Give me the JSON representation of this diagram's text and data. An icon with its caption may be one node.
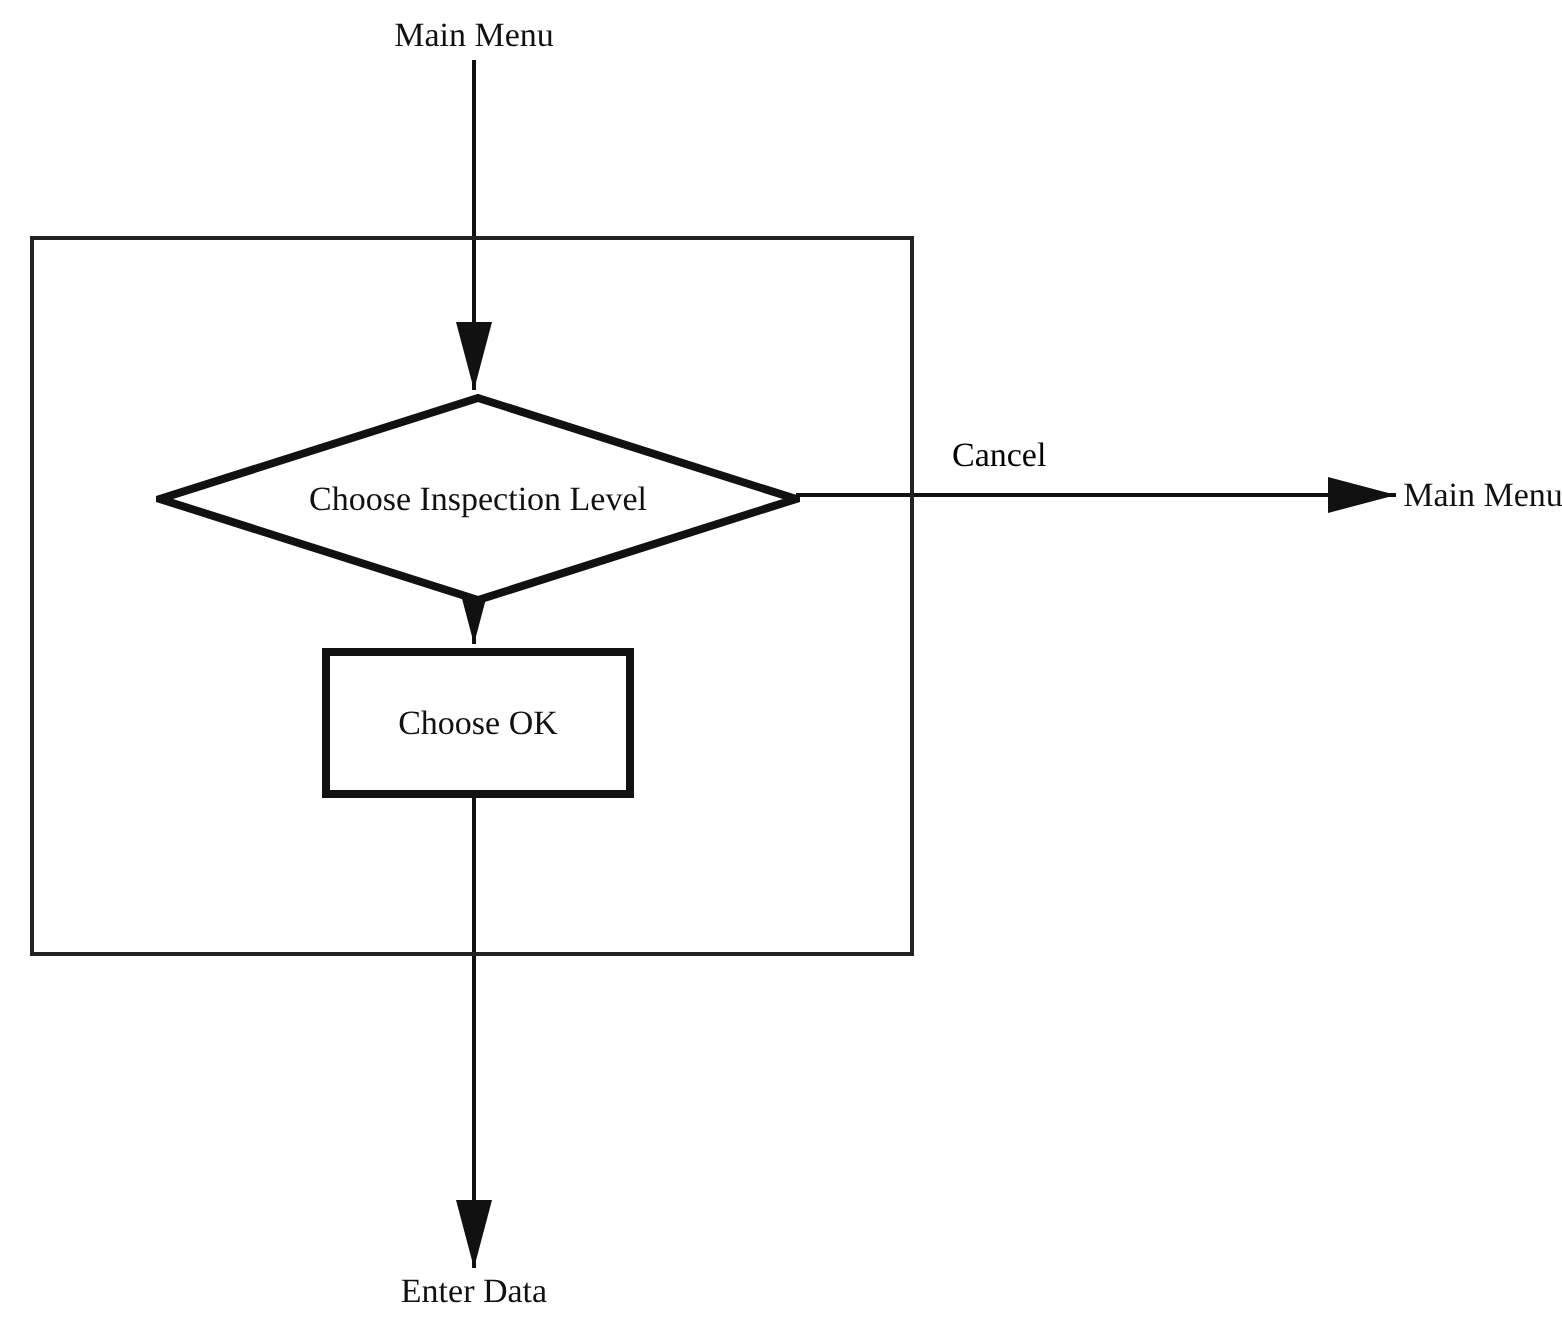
{
  "diagram": {
    "nodes": [
      {
        "text": [
          "Main Menu"
        ]
      },
      {
        "text": [],
        "shape": "box"
      },
      {
        "text": [
          "Choose Inspection Level"
        ],
        "in": 1
      },
      {
        "text": [
          "Choose OK"
        ],
        "in": 1
      },
      {
        "text": [
          "Main Menu"
        ]
      },
      {
        "text": [
          "Enter Data"
        ]
      }
    ],
    "edges": [
      {
        "from": 0,
        "to": 2,
        "arrow": "to"
      },
      {
        "from": 2,
        "to": 4,
        "arrow": "to",
        "label": "Cancel"
      },
      {
        "from": 2,
        "to": 3,
        "arrow": "to"
      },
      {
        "from": 3,
        "to": 5,
        "arrow": "to"
      }
    ]
  }
}
